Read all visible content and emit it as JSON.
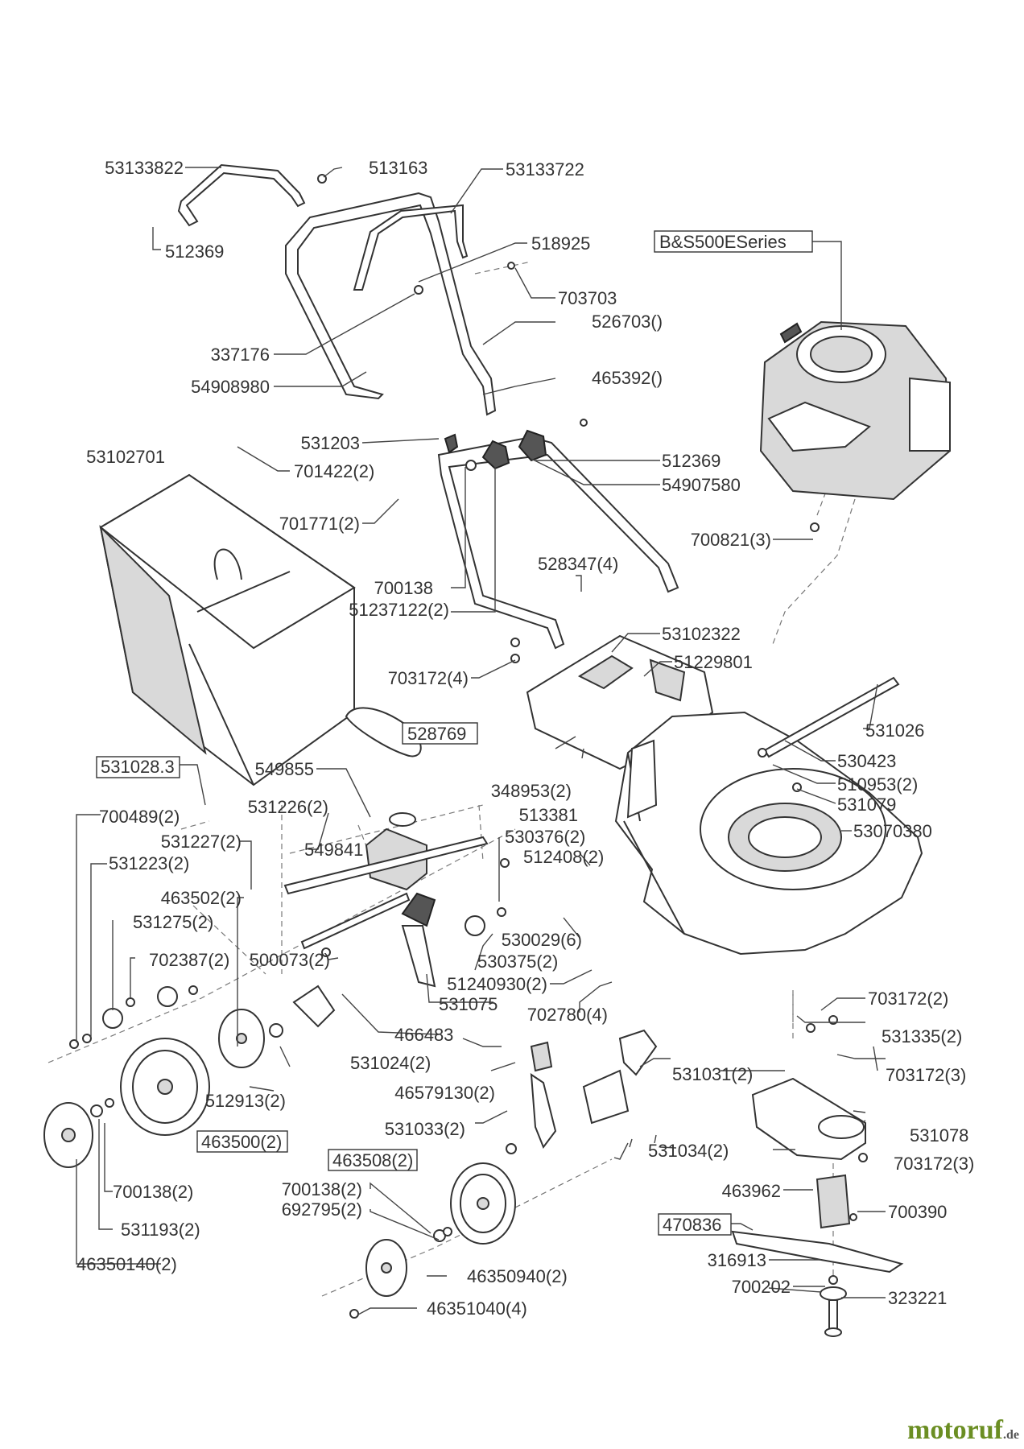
{
  "labels": {
    "l53133822": "53133822",
    "l513163": "513163",
    "l53133722": "53133722",
    "l512369a": "512369",
    "l518925": "518925",
    "lbs500": "B&S500ESeries",
    "l703703": "703703",
    "l526703": "526703()",
    "l337176": "337176",
    "l54908980": "54908980",
    "l465392": "465392()",
    "l531203": "531203",
    "l53102701": "53102701",
    "l701422": "701422(2)",
    "l512369b": "512369",
    "l54907580": "54907580",
    "l701771": "701771(2)",
    "l700821": "700821(3)",
    "l528347": "528347(4)",
    "l700138a": "700138",
    "l51237122": "51237122(2)",
    "l53102322": "53102322",
    "l51229801": "51229801",
    "l703172a": "703172(4)",
    "l531026": "531026",
    "l528769": "528769",
    "l5310283": "531028.3",
    "l549855": "549855",
    "l530423": "530423",
    "l510953": "510953(2)",
    "l348953": "348953(2)",
    "l531079": "531079",
    "l531226": "531226(2)",
    "l513381": "513381",
    "l700489": "700489(2)",
    "l53070380": "53070380",
    "l531227": "531227(2)",
    "l549841": "549841",
    "l530376": "530376(2)",
    "l531223": "531223(2)",
    "l512408": "512408(2)",
    "l463502": "463502(2)",
    "l531275": "531275(2)",
    "l530029": "530029(6)",
    "l702387": "702387(2)",
    "l500073": "500073(2)",
    "l530375": "530375(2)",
    "l51240930": "51240930(2)",
    "l531075": "531075",
    "l703172b": "703172(2)",
    "l702780": "702780(4)",
    "l466483": "466483",
    "l531335": "531335(2)",
    "l531024": "531024(2)",
    "l531031": "531031(2)",
    "l703172c": "703172(3)",
    "l46579130": "46579130(2)",
    "l512913": "512913(2)",
    "l531033": "531033(2)",
    "l531078": "531078",
    "l463500": "463500(2)",
    "l531034": "531034(2)",
    "l463508": "463508(2)",
    "l703172d": "703172(3)",
    "l700138b": "700138(2)",
    "l463962": "463962",
    "l700138c": "700138(2)",
    "l692795": "692795(2)",
    "l700390": "700390",
    "l470836": "470836",
    "l531193": "531193(2)",
    "l316913": "316913",
    "l46350140": "46350140(2)",
    "l46350940": "46350940(2)",
    "l700202": "700202",
    "l323221": "323221",
    "l46351040": "46351040(4)"
  },
  "watermark": {
    "main": "motoruf",
    "tld": ".de"
  }
}
